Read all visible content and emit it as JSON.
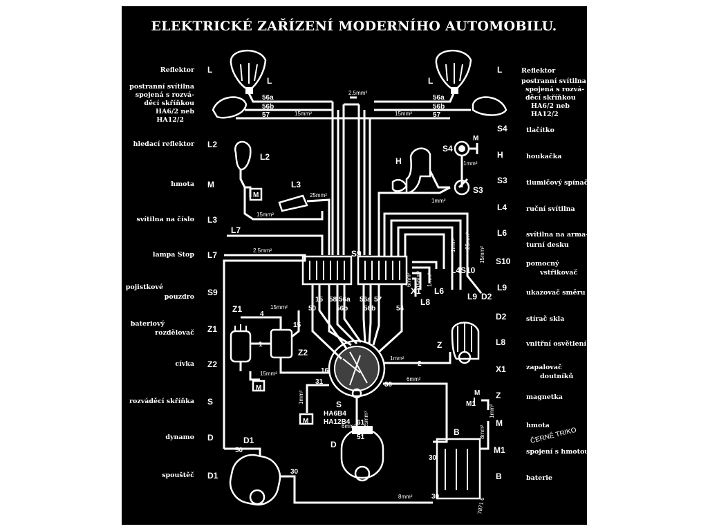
{
  "title": "ELEKTRICKÉ ZAŘÍZENÍ MODERNÍHO AUTOMOBILU.",
  "watermark": "ČERNÉ TRIKO",
  "plate_number": "7871 6",
  "left_legend": [
    {
      "lines": [
        "Reflektor"
      ],
      "code": "L"
    },
    {
      "lines": [
        "postranní svítilna",
        "spojená s rozvá-",
        "děcí skříňkou",
        "HA6/2 neb",
        "HA12/2"
      ],
      "code": ""
    },
    {
      "lines": [
        "hledací reflektor"
      ],
      "code": "L2"
    },
    {
      "lines": [
        "hmota"
      ],
      "code": "M"
    },
    {
      "lines": [
        "svítilna na číslo"
      ],
      "code": "L3"
    },
    {
      "lines": [
        "lampa Stop"
      ],
      "code": "L7"
    },
    {
      "lines": [
        "pojistkové",
        "pouzdro"
      ],
      "code": "S9"
    },
    {
      "lines": [
        "bateriový",
        "rozdělovač"
      ],
      "code": "Z1"
    },
    {
      "lines": [
        "cívka"
      ],
      "code": "Z2"
    },
    {
      "lines": [
        "rozváděcí skříňka"
      ],
      "code": "S"
    },
    {
      "lines": [
        "dynamo"
      ],
      "code": "D"
    },
    {
      "lines": [
        "spouštěč"
      ],
      "code": "D1"
    }
  ],
  "right_legend": [
    {
      "code": "L",
      "lines": [
        "Reflektor",
        "postranní svítilna",
        "spojená s rozvá-",
        "děcí skříňkou",
        "HA6/2 neb",
        "HA12/2"
      ]
    },
    {
      "code": "S4",
      "lines": [
        "tlačítko"
      ]
    },
    {
      "code": "H",
      "lines": [
        "houkačka"
      ]
    },
    {
      "code": "S3",
      "lines": [
        "tlumičový spínač"
      ]
    },
    {
      "code": "L4",
      "lines": [
        "ruční svítilna"
      ]
    },
    {
      "code": "L6",
      "lines": [
        "svítilna na arma-",
        "turní desku"
      ]
    },
    {
      "code": "S10",
      "lines": [
        "pomocný",
        "vstřikovač"
      ]
    },
    {
      "code": "L9",
      "lines": [
        "ukazovač směru"
      ]
    },
    {
      "code": "D2",
      "lines": [
        "stírač skla"
      ]
    },
    {
      "code": "L8",
      "lines": [
        "vnitřní osvětlení"
      ]
    },
    {
      "code": "X1",
      "lines": [
        "zapalovač",
        "doutníků"
      ]
    },
    {
      "code": "Z",
      "lines": [
        "magnetka"
      ]
    },
    {
      "code": "M",
      "lines": [
        "hmota"
      ]
    },
    {
      "code": "M1",
      "lines": [
        "spojení s hmotou"
      ]
    },
    {
      "code": "B",
      "lines": [
        "baterie"
      ]
    }
  ],
  "diagram": {
    "lamp_labels": {
      "left_lamp": "L",
      "right_lamp": "L"
    },
    "wire_numbers": {
      "left_56a": "56a",
      "left_56b": "56b",
      "left_57": "57",
      "right_56a": "56a",
      "right_56b": "56b",
      "right_57": "57",
      "bus_50": "50",
      "bus_15": "15",
      "bus_58": "58",
      "bus_56a": "56a",
      "bus_56b": "56b",
      "bus_56a2": "56a",
      "bus_57": "57",
      "bus_54": "54",
      "bus_56b2": "56b",
      "w15": "15",
      "w4": "4",
      "w1": "1",
      "w16": "16",
      "w2": "2",
      "w31": "31",
      "w30": "30",
      "w61": "61",
      "w51": "51",
      "w50": "50",
      "w30b": "30",
      "w30c": "30",
      "w30d": "30"
    },
    "component_labels": {
      "L2": "L2",
      "M_left": "M",
      "L3": "L3",
      "L7": "L7",
      "S9": "S9",
      "Z1": "Z1",
      "Z2": "Z2",
      "M_coil": "M",
      "S": "S",
      "HA": "HA6B4",
      "HA2": "HA12B4",
      "M_box": "M",
      "D": "D",
      "D1": "D1",
      "H": "H",
      "S4": "S4",
      "M_top": "M",
      "S3": "S3",
      "X1": "X1",
      "L8": "L8",
      "L6": "L6",
      "L4": "L4",
      "S10": "S10",
      "L9": "L9",
      "D2": "D2",
      "Z": "Z",
      "M_batt": "M",
      "M1": "M1",
      "B": "B"
    },
    "wire_sizes": {
      "top": "2.5mm²",
      "left_15": "15mm²",
      "right_15": "15mm²",
      "l3": "25mm²",
      "l3_run": "15mm²",
      "l7": "2.5mm²",
      "coil": "15mm²",
      "coil2": "15mm²",
      "horn": "1mm²",
      "horn2": "1mm²",
      "s10": "25mm²",
      "l4": "1mm²",
      "l9": "15mm²",
      "bus_a": "6mm²",
      "bus_b": "15mm²",
      "bus_c": "1mm²",
      "dist": "1mm²",
      "gen": "6mm²",
      "ground": "1mm²",
      "d_feed": "25mm²",
      "d_feed2": "6mm²",
      "batt": "8mm²",
      "main": "8mm²",
      "m1": "1mm²"
    }
  }
}
